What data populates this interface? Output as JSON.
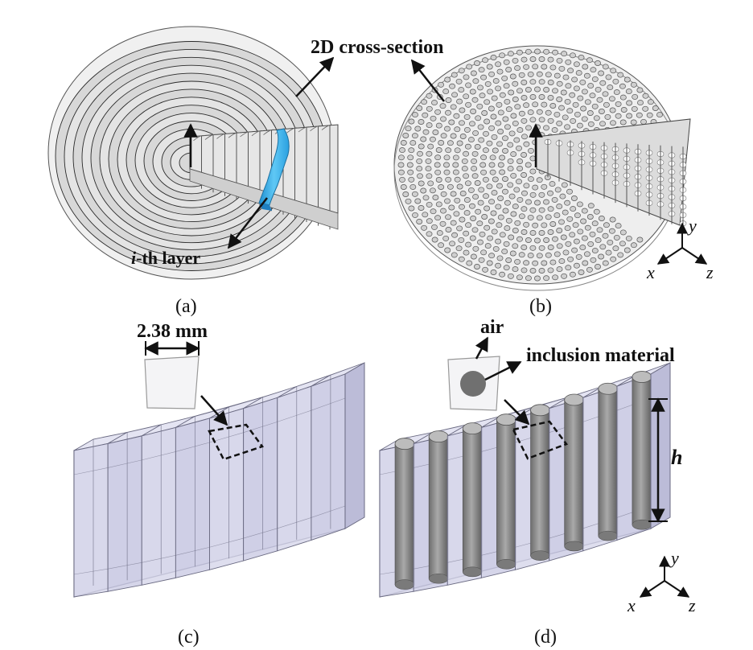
{
  "annotations": {
    "cross_section": "2D cross-section",
    "ith_layer_i": "i",
    "ith_layer_rest": "-th layer",
    "width": "2.38 mm",
    "air": "air",
    "inclusion": "inclusion material",
    "height": "h"
  },
  "panels": {
    "a": "(a)",
    "b": "(b)",
    "c": "(c)",
    "d": "(d)"
  },
  "axes": {
    "x": "x",
    "y": "y",
    "z": "z"
  },
  "colors": {
    "ring": "#2a2a2a",
    "wedge_fill": "#d4d4d4",
    "highlight": "#39b1ea",
    "block": "#c6c6e0",
    "block_edge": "#6a6a82",
    "cylinder": "#8c8c8c",
    "inclusion": "#707070"
  }
}
